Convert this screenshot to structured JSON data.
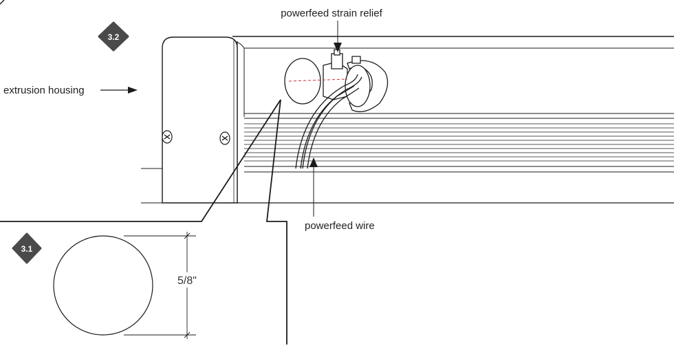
{
  "steps": {
    "step_a": "3.2",
    "step_b": "3.1"
  },
  "labels": {
    "strain_relief": "powerfeed strain relief",
    "extrusion": "extrusion housing",
    "wire": "powerfeed wire"
  },
  "dimension": {
    "hole_diameter": "5/8\""
  },
  "colors": {
    "line": "#1a1a1a",
    "badge": "#4a4a4a",
    "centerline": "#d03030"
  }
}
